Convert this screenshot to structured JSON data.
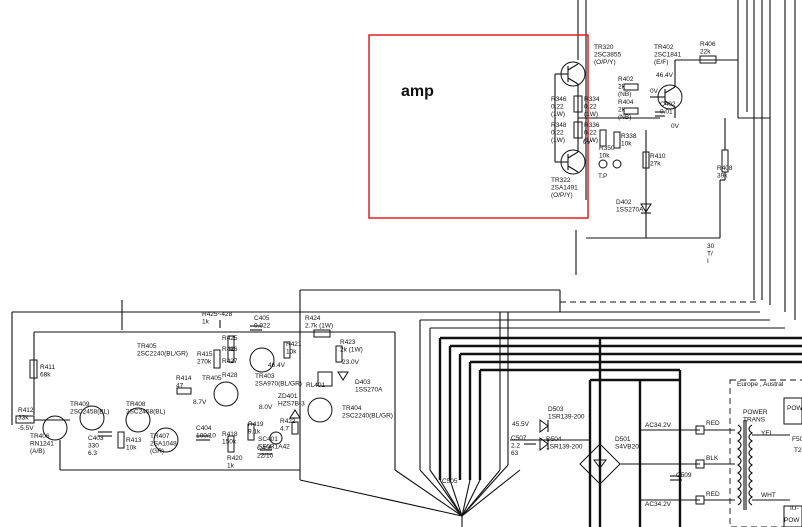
{
  "annotation": {
    "label": "amp",
    "color": "#e02020"
  },
  "labels": {
    "tr320": [
      "TR320",
      "2SC3855",
      "(O/P/Y)"
    ],
    "tr322": [
      "TR322",
      "2SA1491",
      "(O/P/Y)"
    ],
    "tr402": [
      "TR402",
      "2SC1841",
      "(E/F)"
    ],
    "r406": [
      "R406",
      "22k"
    ],
    "r346": [
      "R346",
      "0.22",
      "(1W)"
    ],
    "r348": [
      "R348",
      "0.22",
      "(1W)"
    ],
    "r334": [
      "R334",
      "0.22",
      "(1W)"
    ],
    "r336": [
      "R336",
      "0.22",
      "(1W)"
    ],
    "r402": [
      "R402",
      "2k",
      "(NB)"
    ],
    "r404": [
      "R404",
      "2k",
      "(NB)"
    ],
    "c402": [
      "C402",
      "0.01"
    ],
    "r338": [
      "R338",
      "10k"
    ],
    "r350": [
      "R350",
      "10k"
    ],
    "tp": "T.P",
    "r410": [
      "R410",
      "27k"
    ],
    "r408": [
      "R408",
      "39k"
    ],
    "d402": [
      "D402",
      "1SS270A"
    ],
    "v464": "46.4V",
    "v0a": "0V",
    "v0b": "0V",
    "v0c": "0V",
    "v30": [
      "30",
      "T/",
      "I"
    ],
    "r411": [
      "R411",
      "68k"
    ],
    "r412": [
      "R412",
      "33k"
    ],
    "vneg": "-5.5V",
    "tr406": [
      "TR406",
      "RN1241",
      "(A/B)"
    ],
    "tr409": [
      "TR409",
      "2SC2458(BL)"
    ],
    "tr408": [
      "TR408",
      "2SC2458(BL)"
    ],
    "r413": [
      "R413",
      "10k"
    ],
    "c403": [
      "C403",
      "330",
      "6.3"
    ],
    "tr407": [
      "TR407",
      "2SA1048",
      "(GR)"
    ],
    "r414": [
      "R414",
      "47"
    ],
    "tr405": [
      "TR405",
      "2SC2240(BL/GR)"
    ],
    "tr405b": "TR405",
    "v87": "8.7V",
    "r425": [
      "R425~428",
      "1k"
    ],
    "r425b": "R425",
    "r426": "R426",
    "r427": "R427",
    "r428": "R428",
    "r415": [
      "R415",
      "270k"
    ],
    "c405": [
      "C405",
      "0.022"
    ],
    "r421": [
      "R421",
      "10k"
    ],
    "v464b": "46.4V",
    "tr403": [
      "TR403",
      "2SA970(BL/GR)"
    ],
    "c404": [
      "C404",
      "100/10"
    ],
    "r418": [
      "R418",
      "150k"
    ],
    "r419": [
      "R419",
      "9.1k"
    ],
    "r420": [
      "R420",
      "1k"
    ],
    "c406": [
      "C406",
      "22/10"
    ],
    "v80": "8.0V",
    "zd401": [
      "ZD401",
      "HZS7B-3"
    ],
    "r422": [
      "R422",
      "4.7"
    ],
    "sc401": [
      "SC401",
      "SF0R1A42"
    ],
    "r424": [
      "R424",
      "2.7k (1W)"
    ],
    "r423": [
      "R423",
      "2k (1W)"
    ],
    "v230": "23.0V",
    "rl401": "RL401",
    "d403": [
      "D403",
      "1SS270A"
    ],
    "tr404": [
      "TR404",
      "2SC2240(BL/GR)"
    ],
    "v455": "45.5V",
    "d503": [
      "D503",
      "1SR139-200"
    ],
    "d504": [
      "D504",
      "1SR139-200"
    ],
    "c507": [
      "C507",
      "2.2",
      "63"
    ],
    "c505": "C505",
    "d501": [
      "D501",
      "S4VB20"
    ],
    "ac1": "AC34.2V",
    "ac2": "AC34.2V",
    "c509": "C509",
    "red1": "RED",
    "blk": "BLK",
    "red2": "RED",
    "region": "Europe , Austral",
    "power": [
      "POWER",
      "TRANS"
    ],
    "yel": "YEL",
    "wht": "WHT",
    "powr": "POW",
    "f50": "F50",
    "t2": "T2",
    "iu": "IU-",
    "pow2": "POW"
  }
}
